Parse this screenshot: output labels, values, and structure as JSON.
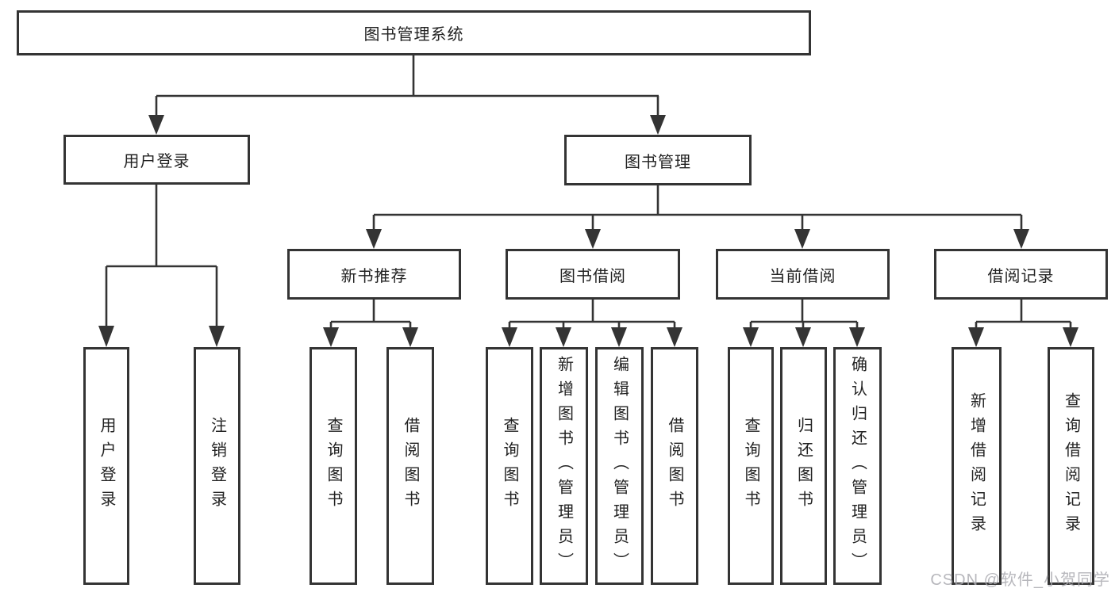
{
  "diagram": {
    "title": "图书管理系统",
    "root": {
      "label": "图书管理系统"
    },
    "branches": [
      {
        "label": "用户登录",
        "children": [
          {
            "label": "用户登录"
          },
          {
            "label": "注销登录"
          }
        ]
      },
      {
        "label": "图书管理",
        "children": [
          {
            "label": "新书推荐",
            "children": [
              {
                "label": "查询图书"
              },
              {
                "label": "借阅图书"
              }
            ]
          },
          {
            "label": "图书借阅",
            "children": [
              {
                "label": "查询图书"
              },
              {
                "label": "新增图书（管理员）"
              },
              {
                "label": "编辑图书（管理员）"
              },
              {
                "label": "借阅图书"
              }
            ]
          },
          {
            "label": "当前借阅",
            "children": [
              {
                "label": "查询图书"
              },
              {
                "label": "归还图书"
              },
              {
                "label": "确认归还（管理员）"
              }
            ]
          },
          {
            "label": "借阅记录",
            "children": [
              {
                "label": "新增借阅记录"
              },
              {
                "label": "查询借阅记录"
              }
            ]
          }
        ]
      }
    ],
    "watermark": "CSDN @软件_小贺同学",
    "colors": {
      "background": "#ffffff",
      "box_fill": "#ffffff",
      "box_border": "#343434",
      "connector_line": "#343434",
      "text": "#222222",
      "watermark": "#aaaab0"
    }
  }
}
